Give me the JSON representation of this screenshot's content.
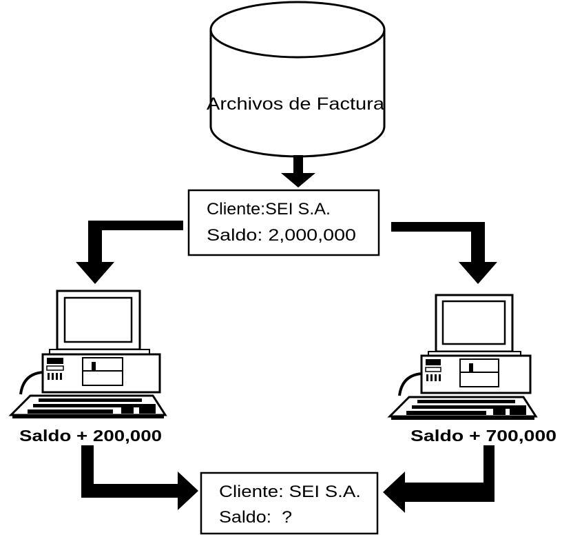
{
  "database": {
    "label": "Archivos de Factura"
  },
  "record_box": {
    "line1": "Cliente:SEI S.A.",
    "line2": "Saldo: 2,000,000"
  },
  "computers": {
    "left": {
      "caption": "Saldo + 200,000"
    },
    "right": {
      "caption": "Saldo + 700,000"
    }
  },
  "result_box": {
    "line1": "Cliente: SEI S.A.",
    "line2": "Saldo:  ?"
  },
  "colors": {
    "ink": "#000000",
    "background": "#ffffff"
  }
}
